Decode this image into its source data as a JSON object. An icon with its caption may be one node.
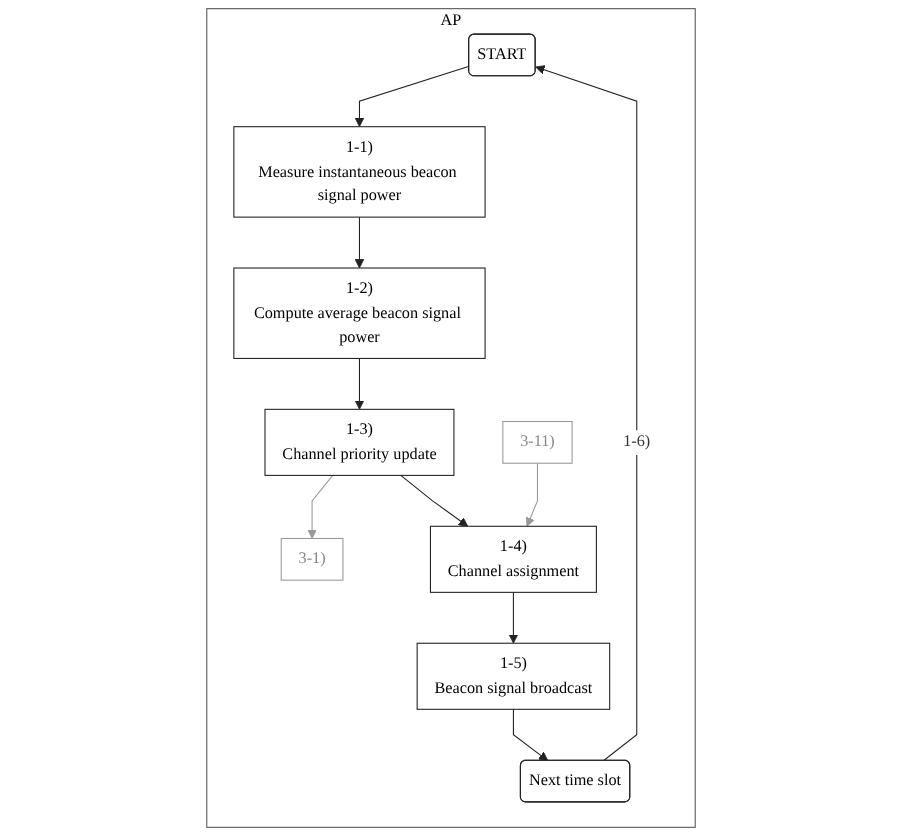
{
  "diagram": {
    "nodes": [
      {
        "text": [
          "AP"
        ]
      },
      {
        "text": [
          "START"
        ],
        "in": 0
      },
      {
        "text": [
          "1-1)",
          "Measure instantaneous beacon signal power"
        ],
        "in": 0
      },
      {
        "text": [
          "1-2)",
          "Compute average beacon signal power"
        ],
        "in": 0
      },
      {
        "text": [
          "1-3)",
          "Channel priority update"
        ],
        "in": 0
      },
      {
        "text": [
          "1-4)",
          "Channel assignment"
        ],
        "in": 0
      },
      {
        "text": [
          "1-5)",
          "Beacon signal broadcast"
        ],
        "in": 0
      },
      {
        "text": [
          "Next time slot"
        ],
        "in": 0
      },
      {
        "text": [
          "3-1)"
        ],
        "in": 0
      },
      {
        "text": [
          "3-11)"
        ],
        "in": 0
      }
    ],
    "edges": [
      {
        "from": 1,
        "to": 2,
        "arrow": "to"
      },
      {
        "from": 2,
        "to": 3,
        "arrow": "to"
      },
      {
        "from": 3,
        "to": 4,
        "arrow": "to"
      },
      {
        "from": 4,
        "to": 8,
        "arrow": "to",
        "color": "#999999"
      },
      {
        "from": 4,
        "to": 5,
        "arrow": "to"
      },
      {
        "from": 9,
        "to": 5,
        "arrow": "to",
        "color": "#999999"
      },
      {
        "from": 5,
        "to": 6,
        "arrow": "to"
      },
      {
        "from": 6,
        "to": 7,
        "arrow": "to"
      },
      {
        "from": 7,
        "to": 1,
        "arrow": "to",
        "label": "1-6)"
      }
    ]
  }
}
